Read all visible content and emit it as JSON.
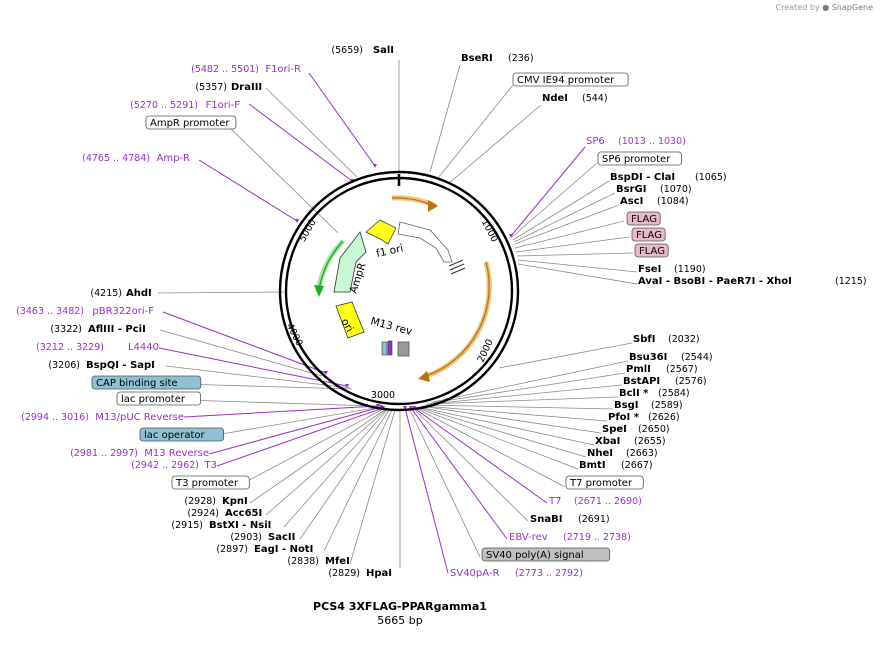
{
  "credit": {
    "prefix": "Created by",
    "brand": "SnapGene"
  },
  "map": {
    "name": "PCS4 3XFLAG-PPARgamma1",
    "length": "5665 bp",
    "total_bp": 5665
  },
  "ticks": [
    "1000",
    "2000",
    "3000",
    "4000",
    "5000"
  ],
  "features": [
    {
      "name": "f1 ori",
      "color": "#ffffff"
    },
    {
      "name": "AmpR",
      "color": "#c8f7d6"
    },
    {
      "name": "ori",
      "color": "#ffff33"
    },
    {
      "name": "M13 rev",
      "color": "#aaaaaa"
    }
  ],
  "colors": {
    "primer": "#9b2fc9",
    "orf": "#f5a623",
    "ampr_orf": "#22aa22",
    "flag_box": "#e6b8c8",
    "lac_box": "#8fc1d4",
    "sv40_box": "#bfbfbf"
  },
  "labels": [
    {
      "name": "SalI",
      "pos": "(5659)",
      "type": "enzyme"
    },
    {
      "name": "BseRI",
      "pos": "(236)",
      "type": "enzyme"
    },
    {
      "name": "CMV IE94 promoter",
      "type": "box"
    },
    {
      "name": "NdeI",
      "pos": "(544)",
      "type": "enzyme"
    },
    {
      "name": "SP6",
      "pos": "(1013 .. 1030)",
      "type": "primer"
    },
    {
      "name": "SP6 promoter",
      "type": "box"
    },
    {
      "name": "BspDI",
      "extra": "- ClaI",
      "pos": "(1065)",
      "type": "enzyme"
    },
    {
      "name": "BsrGI",
      "pos": "(1070)",
      "type": "enzyme"
    },
    {
      "name": "AscI",
      "pos": "(1084)",
      "type": "enzyme"
    },
    {
      "name": "FLAG",
      "type": "flagbox"
    },
    {
      "name": "FLAG",
      "type": "flagbox"
    },
    {
      "name": "FLAG",
      "type": "flagbox"
    },
    {
      "name": "FseI",
      "pos": "(1190)",
      "type": "enzyme"
    },
    {
      "name": "AvaI",
      "extra": "- BsoBI   - PaeR7I   - XhoI",
      "pos": "(1215)",
      "type": "enzyme"
    },
    {
      "name": "SbfI",
      "pos": "(2032)",
      "type": "enzyme"
    },
    {
      "name": "Bsu36I",
      "pos": "(2544)",
      "type": "enzyme"
    },
    {
      "name": "PmlI",
      "pos": "(2567)",
      "type": "enzyme"
    },
    {
      "name": "BstAPI",
      "pos": "(2576)",
      "type": "enzyme"
    },
    {
      "name": "BclI *",
      "pos": "(2584)",
      "type": "enzyme"
    },
    {
      "name": "BsgI",
      "pos": "(2589)",
      "type": "enzyme"
    },
    {
      "name": "PfoI *",
      "pos": "(2626)",
      "type": "enzyme"
    },
    {
      "name": "SpeI",
      "pos": "(2650)",
      "type": "enzyme"
    },
    {
      "name": "XbaI",
      "pos": "(2655)",
      "type": "enzyme"
    },
    {
      "name": "NheI",
      "pos": "(2663)",
      "type": "enzyme"
    },
    {
      "name": "BmtI",
      "pos": "(2667)",
      "type": "enzyme"
    },
    {
      "name": "T7 promoter",
      "type": "box"
    },
    {
      "name": "T7",
      "pos": "(2671 .. 2690)",
      "type": "primer"
    },
    {
      "name": "SnaBI",
      "pos": "(2691)",
      "type": "enzyme"
    },
    {
      "name": "EBV-rev",
      "pos": "(2719 .. 2738)",
      "type": "primer"
    },
    {
      "name": "SV40 poly(A) signal",
      "type": "graybox"
    },
    {
      "name": "SV40pA-R",
      "pos": "(2773 .. 2792)",
      "type": "primer"
    },
    {
      "name": "HpaI",
      "pos": "(2829)",
      "type": "enzyme"
    },
    {
      "name": "MfeI",
      "pos": "(2838)",
      "type": "enzyme"
    },
    {
      "name": "EagI",
      "extra": "- NotI",
      "pos": "(2897)",
      "type": "enzyme"
    },
    {
      "name": "SacII",
      "pos": "(2903)",
      "type": "enzyme"
    },
    {
      "name": "BstXI",
      "extra": "- NsiI",
      "pos": "(2915)",
      "type": "enzyme"
    },
    {
      "name": "Acc65I",
      "pos": "(2924)",
      "type": "enzyme"
    },
    {
      "name": "KpnI",
      "pos": "(2928)",
      "type": "enzyme"
    },
    {
      "name": "T3 promoter",
      "type": "box"
    },
    {
      "name": "T3",
      "pos": "(2942 .. 2962)",
      "type": "primer"
    },
    {
      "name": "M13 Reverse",
      "pos": "(2981 .. 2997)",
      "type": "primer"
    },
    {
      "name": "lac operator",
      "type": "lacbox"
    },
    {
      "name": "M13/pUC Reverse",
      "pos": "(2994 .. 3016)",
      "type": "primer"
    },
    {
      "name": "lac promoter",
      "type": "box"
    },
    {
      "name": "CAP binding site",
      "type": "lacbox"
    },
    {
      "name": "BspQI",
      "extra": "- SapI",
      "pos": "(3206)",
      "type": "enzyme"
    },
    {
      "name": "L4440",
      "pos": "(3212 .. 3229)",
      "type": "primer"
    },
    {
      "name": "AflIII",
      "extra": "- PciI",
      "pos": "(3322)",
      "type": "enzyme"
    },
    {
      "name": "pBR322ori-F",
      "pos": "(3463 .. 3482)",
      "type": "primer"
    },
    {
      "name": "AhdI",
      "pos": "(4215)",
      "type": "enzyme"
    },
    {
      "name": "Amp-R",
      "pos": "(4765 .. 4784)",
      "type": "primer"
    },
    {
      "name": "AmpR promoter",
      "type": "box"
    },
    {
      "name": "F1ori-F",
      "pos": "(5270 .. 5291)",
      "type": "primer"
    },
    {
      "name": "DraIII",
      "pos": "(5357)",
      "type": "enzyme"
    },
    {
      "name": "F1ori-R",
      "pos": "(5482 .. 5501)",
      "type": "primer"
    }
  ]
}
